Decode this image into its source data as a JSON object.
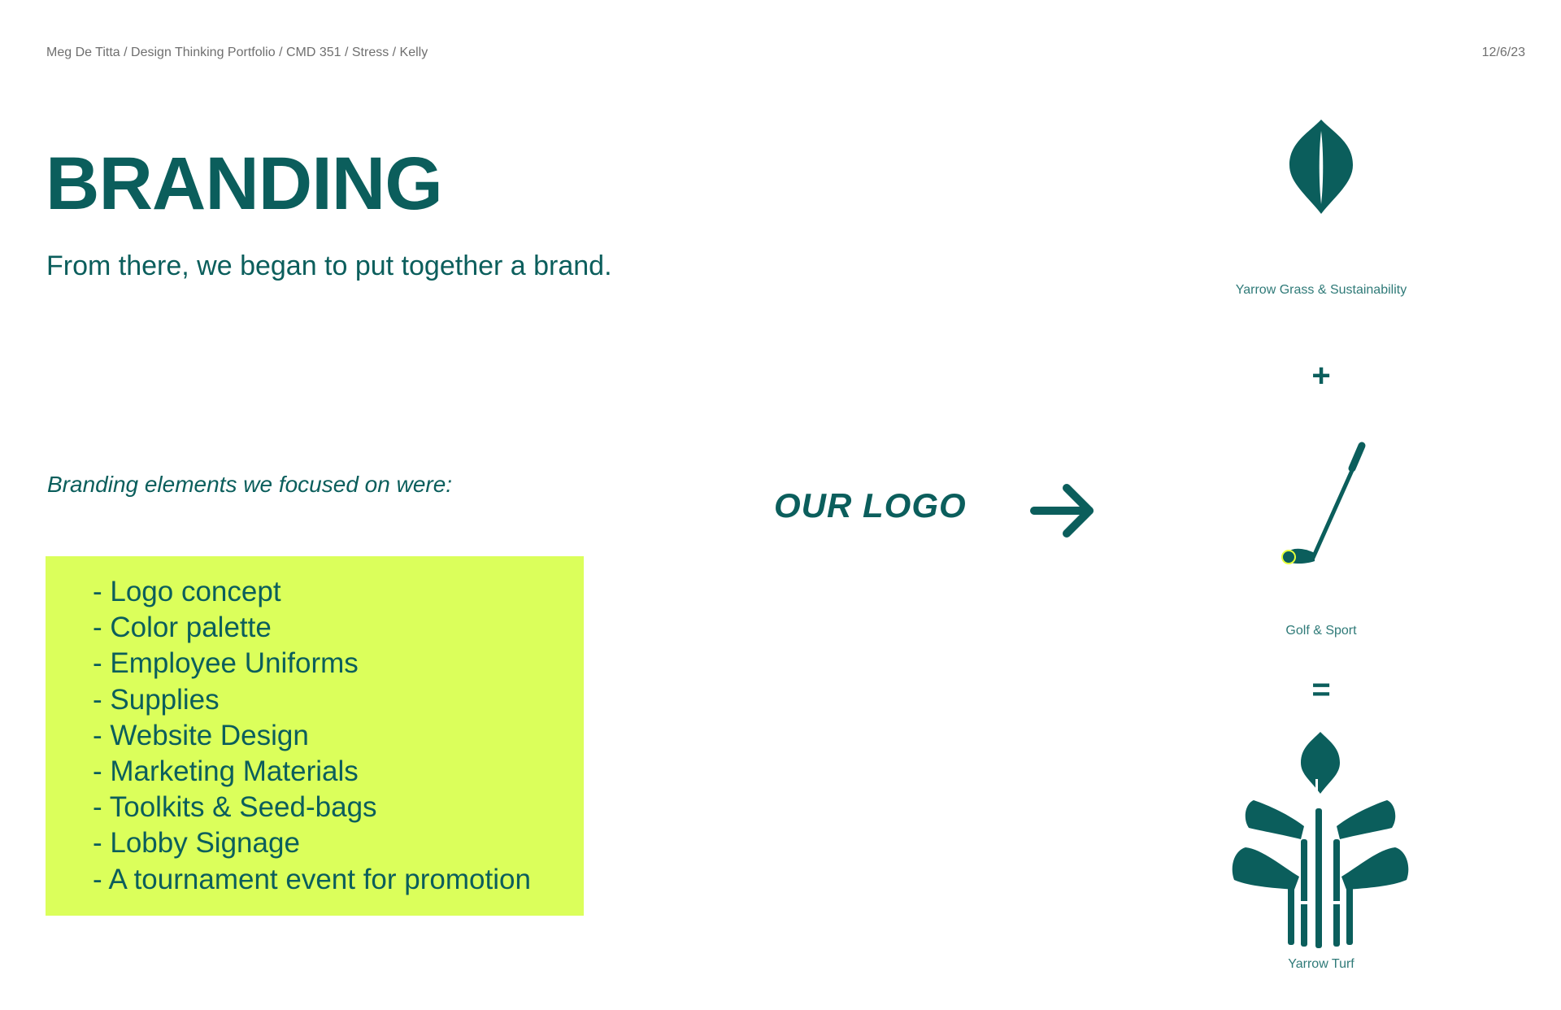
{
  "header": {
    "breadcrumb": "Meg De Titta / Design Thinking Portfolio / CMD 351 / Stress / Kelly",
    "date": "12/6/23"
  },
  "title": "BRANDING",
  "subtitle": "From there, we began to put together a brand.",
  "intro": "Branding elements we focused on were:",
  "elements": [
    "- Logo concept",
    "- Color palette",
    "- Employee Uniforms",
    "- Supplies",
    "- Website Design",
    "- Marketing Materials",
    "- Toolkits & Seed-bags",
    "- Lobby Signage",
    "- A tournament event for promotion"
  ],
  "our_logo": "OUR LOGO",
  "logo_equation": {
    "part1_caption": "Yarrow Grass & Sustainability",
    "plus": "+",
    "part2_caption": "Golf & Sport",
    "equals": "=",
    "result_caption": "Yarrow Turf"
  },
  "icons": [
    "leaf-icon",
    "golf-club-icon",
    "arrow-right-icon",
    "yarrow-turf-logo"
  ],
  "colors": {
    "brand_teal": "#0b5e5c",
    "highlight_lime": "#dbff5b",
    "ball_yellow": "#e6ff3a"
  }
}
